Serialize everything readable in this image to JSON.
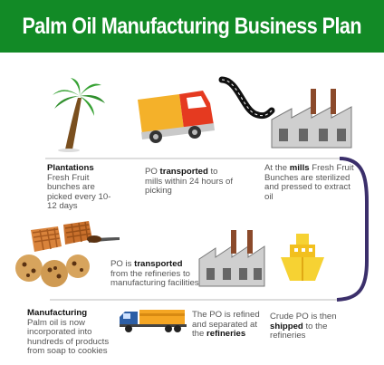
{
  "title": "Palm Oil Manufacturing Business Plan",
  "steps": [
    {
      "heading": "Plantations",
      "body": "Fresh Fruit bunches are picked every 10-12 days"
    },
    {
      "pre": "PO ",
      "bold": "transported",
      "post": " to mills within 24 hours of picking"
    },
    {
      "pre": "At the ",
      "bold": "mills",
      "post": " Fresh Fruit Bunches are sterilized and pressed to extract oil"
    },
    {
      "pre": "Crude PO is then ",
      "bold": "shipped",
      "post": " to the refineries"
    },
    {
      "pre": "The PO is refined and separated at the ",
      "bold": "refineries",
      "post": ""
    },
    {
      "pre": "PO is ",
      "bold": "transported",
      "post": " from the refineries to manufacturing facilities"
    },
    {
      "heading": "Manufacturing",
      "body": "Palm oil is now incorporated into hundreds of products from soap to cookies"
    }
  ],
  "colors": {
    "banner": "#128a26",
    "connector": "#3b2f6b",
    "truck_red": "#e53a20",
    "truck_yellow": "#f4b12a",
    "ship": "#f6d233"
  }
}
